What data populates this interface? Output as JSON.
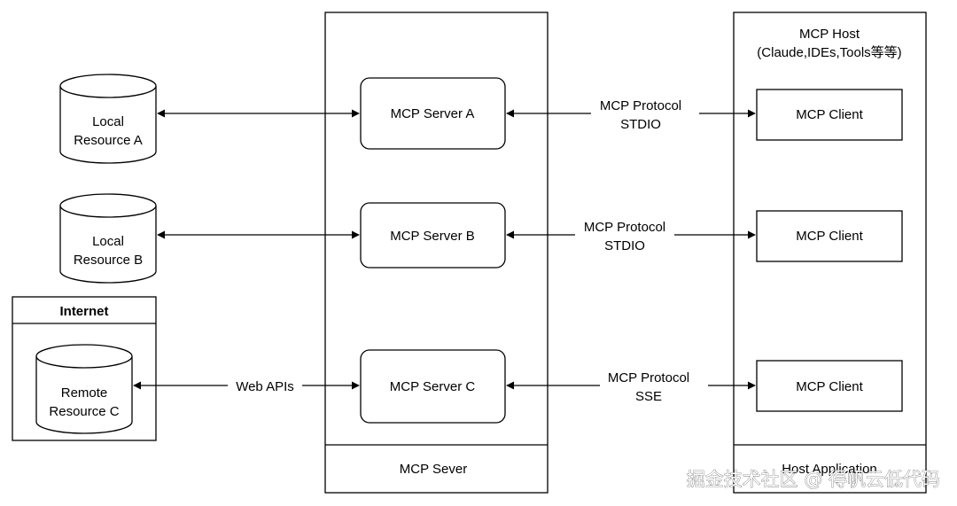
{
  "resources": {
    "local_a": [
      "Local",
      "Resource A"
    ],
    "local_b": [
      "Local",
      "Resource B"
    ],
    "remote_c": [
      "Remote",
      "Resource C"
    ],
    "internet_title": "Internet"
  },
  "server_panel": {
    "label": "MCP Sever",
    "servers": [
      "MCP Server A",
      "MCP Server B",
      "MCP Server C"
    ]
  },
  "links": {
    "web_apis": "Web APIs",
    "protocol_a": [
      "MCP Protocol",
      "STDIO"
    ],
    "protocol_b": [
      "MCP Protocol",
      "STDIO"
    ],
    "protocol_c": [
      "MCP Protocol",
      "SSE"
    ]
  },
  "host_panel": {
    "title": [
      "MCP Host",
      "(Claude,IDEs,Tools等等)"
    ],
    "clients": [
      "MCP Client",
      "MCP Client",
      "MCP Client"
    ],
    "footer_label": "Host Application"
  },
  "watermark": "掘金技术社区 @ 得帆云低代码"
}
